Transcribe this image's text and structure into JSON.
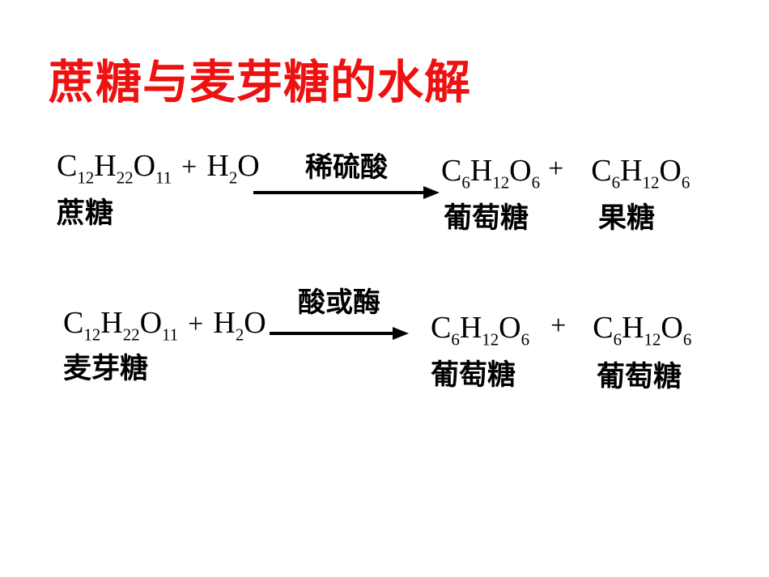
{
  "slide": {
    "title": "蔗糖与麦芽糖的水解",
    "background": "#ffffff",
    "title_color": "#ee1111",
    "text_color": "#000000",
    "arrow_color": "#000000"
  },
  "equations": [
    {
      "id": "sucrose-hydrolysis",
      "reactant": [
        [
          "C",
          "12"
        ],
        [
          "H",
          "22"
        ],
        [
          "O",
          "11"
        ]
      ],
      "plus": "+",
      "water": [
        [
          "H",
          "2"
        ],
        [
          "O",
          ""
        ]
      ],
      "condition": "稀硫酸",
      "reactant_label": "蔗糖",
      "product1": [
        [
          "C",
          "6"
        ],
        [
          "H",
          "12"
        ],
        [
          "O",
          "6"
        ]
      ],
      "product2": [
        [
          "C",
          "6"
        ],
        [
          "H",
          "12"
        ],
        [
          "O",
          "6"
        ]
      ],
      "product1_label": "葡萄糖",
      "product2_label": "果糖"
    },
    {
      "id": "maltose-hydrolysis",
      "reactant": [
        [
          "C",
          "12"
        ],
        [
          "H",
          "22"
        ],
        [
          "O",
          "11"
        ]
      ],
      "plus": "+",
      "water": [
        [
          "H",
          "2"
        ],
        [
          "O",
          ""
        ]
      ],
      "condition": "酸或酶",
      "reactant_label": "麦芽糖",
      "product1": [
        [
          "C",
          "6"
        ],
        [
          "H",
          "12"
        ],
        [
          "O",
          "6"
        ]
      ],
      "product2": [
        [
          "C",
          "6"
        ],
        [
          "H",
          "12"
        ],
        [
          "O",
          "6"
        ]
      ],
      "product1_label": "葡萄糖",
      "product2_label": "葡萄糖"
    }
  ]
}
